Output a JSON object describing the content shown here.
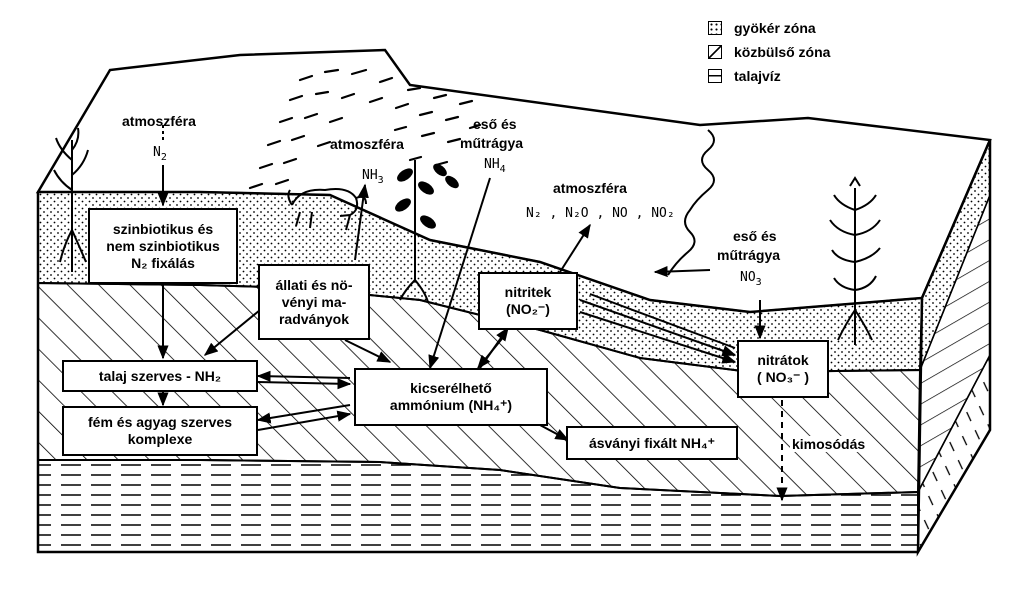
{
  "legend": {
    "root_zone": "gyökér zóna",
    "intermediate_zone": "közbülső zóna",
    "groundwater": "talajvíz"
  },
  "labels": {
    "atmosphere_left": "atmoszféra",
    "n2_left": "N",
    "n2_left_sub": "2",
    "atmosphere_mid": "atmoszféra",
    "nh3": "NH",
    "nh3_sub": "3",
    "rain_fert_mid_1": "eső és",
    "rain_fert_mid_2": "műtrágya",
    "nh4_mid": "NH",
    "nh4_mid_sub": "4",
    "atmosphere_right": "atmoszféra",
    "gases": "N₂ , N₂O , NO , NO₂",
    "rain_fert_right_1": "eső és",
    "rain_fert_right_2": "műtrágya",
    "no3_right": "NO",
    "no3_right_sub": "3",
    "leaching": "kimosódás"
  },
  "boxes": {
    "fixation": [
      "szinbiotikus és",
      "nem szinbiotikus",
      "N₂ fixálás"
    ],
    "residues": [
      "állati és nö-",
      "vényi ma-",
      "radványok"
    ],
    "nitrites": [
      "nitritek",
      "(NO₂⁻)"
    ],
    "nitrates": [
      "nitrátok",
      "( NO₃⁻ )"
    ],
    "soil_organic": "talaj szerves - NH₂",
    "metal_clay": [
      "fém és agyag szerves",
      "komplexe"
    ],
    "exchangeable": [
      "kicserélhető",
      "ammónium (NH₄⁺)"
    ],
    "mineral_fixed": "ásványi fixált NH₄⁺"
  }
}
